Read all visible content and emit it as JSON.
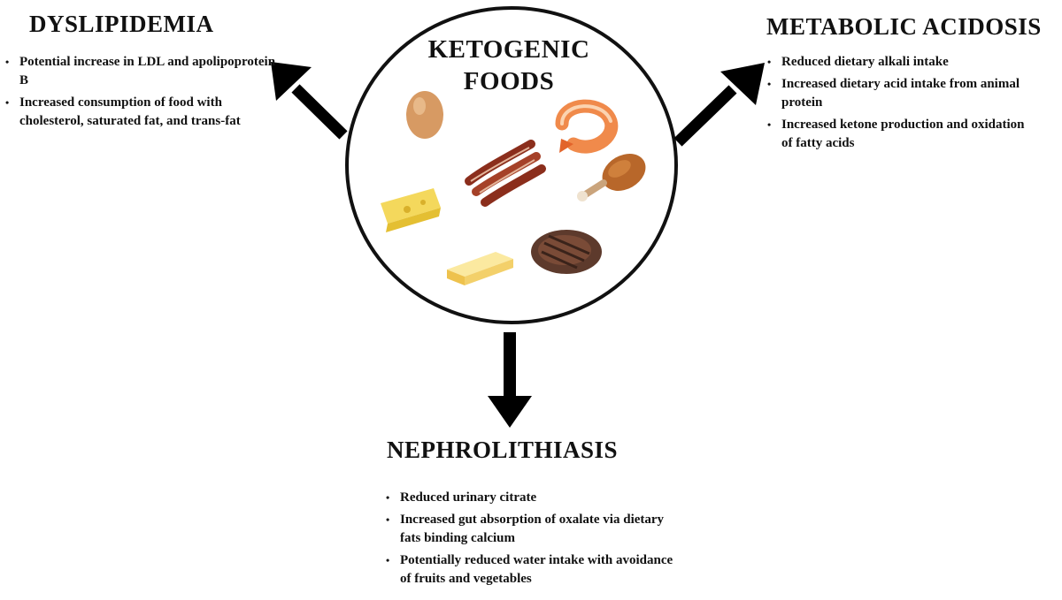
{
  "center": {
    "title_line1": "KETOGENIC",
    "title_line2": "FOODS",
    "foods": [
      {
        "icon": "egg-icon"
      },
      {
        "icon": "shrimp-icon"
      },
      {
        "icon": "bacon-icon"
      },
      {
        "icon": "chicken-leg-icon"
      },
      {
        "icon": "cheese-wedge-icon"
      },
      {
        "icon": "butter-icon"
      },
      {
        "icon": "steak-icon"
      }
    ]
  },
  "dyslipidemia": {
    "title": "DYSLIPIDEMIA",
    "points": [
      "Potential increase in LDL and apolipoprotein B",
      "Increased consumption of food with cholesterol, saturated fat, and trans-fat"
    ]
  },
  "metabolic_acidosis": {
    "title": "METABOLIC ACIDOSIS",
    "points": [
      "Reduced dietary alkali intake",
      "Increased dietary acid intake from animal protein",
      "Increased ketone production and oxidation of fatty acids"
    ]
  },
  "nephrolithiasis": {
    "title": "NEPHROLITHIASIS",
    "points": [
      "Reduced urinary citrate",
      "Increased gut absorption of oxalate via dietary fats binding calcium",
      "Potentially reduced water intake with avoidance of fruits and vegetables"
    ]
  },
  "colors": {
    "text": "#111111",
    "arrow": "#000000",
    "circle_stroke": "#111111"
  }
}
